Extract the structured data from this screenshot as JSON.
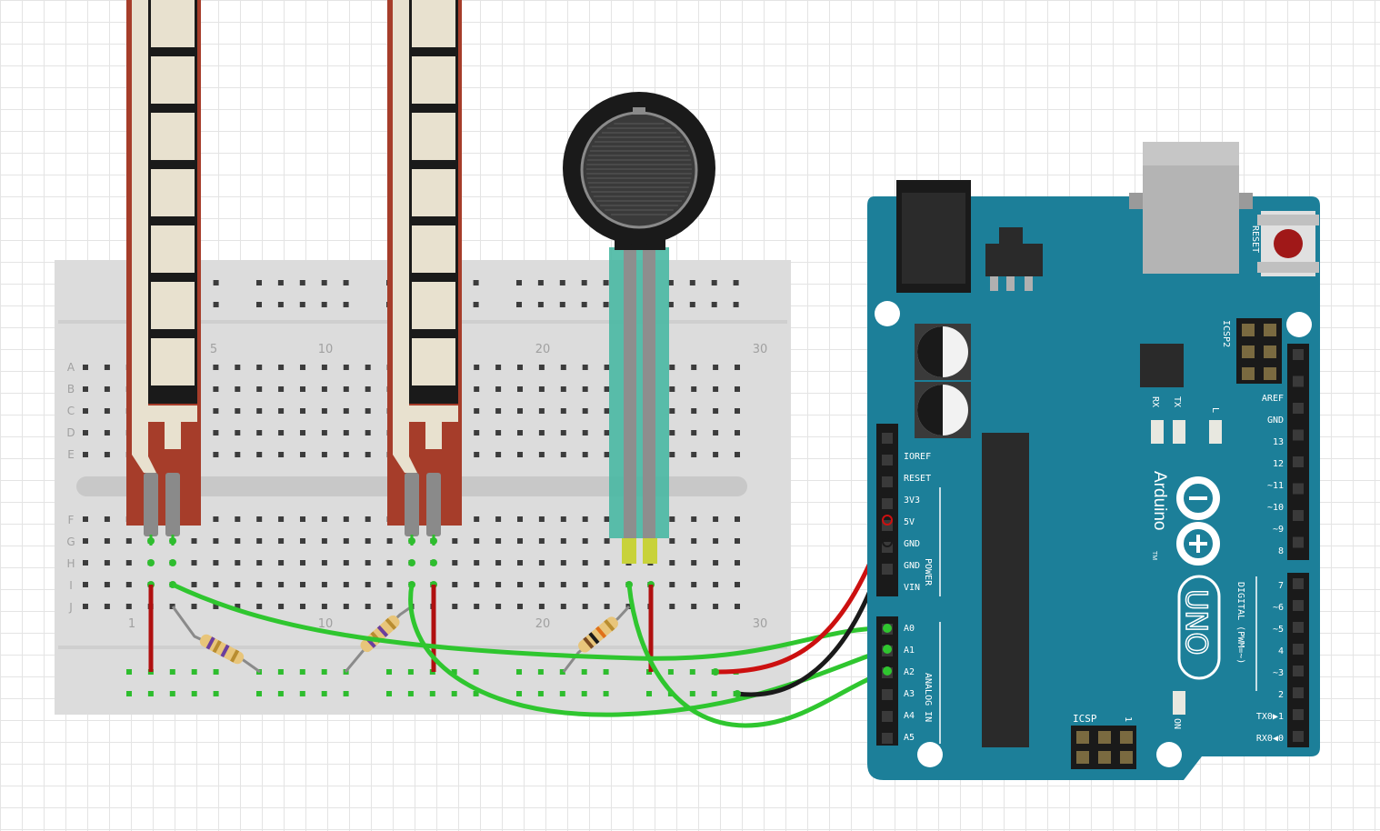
{
  "colors": {
    "breadboard": "#dcdcdc",
    "breadboard_hole": "#3c3c3c",
    "connected_hole": "#2ebd2e",
    "arduino_pcb": "#1c7f99",
    "flex_sensor": "#a63d2a",
    "fsr_trace": "#49b8a3",
    "wire_green": "#2fc62f",
    "wire_red": "#cc1010",
    "wire_black": "#1a1a1a"
  },
  "breadboard": {
    "column_labels": [
      "1",
      "5",
      "10",
      "20",
      "30"
    ],
    "row_labels_top": [
      "A",
      "B",
      "C",
      "D",
      "E"
    ],
    "row_labels_bottom": [
      "F",
      "G",
      "H",
      "I",
      "J"
    ]
  },
  "components": {
    "flex_sensors": 2,
    "force_sensor": 1,
    "resistors": 3
  },
  "arduino": {
    "reset_label": "RESET",
    "icsp2_label": "ICSP2",
    "icsp_label": "ICSP",
    "icsp_pin1": "1",
    "tx_label": "TX",
    "rx_label": "RX",
    "l_label": "L",
    "on_label": "ON",
    "brand": "Arduino",
    "tm": "TM",
    "model": "UNO",
    "power_label": "POWER",
    "analog_label": "ANALOG IN",
    "digital_label": "DIGITAL (PWM=~)",
    "power_pins": [
      "IOREF",
      "RESET",
      "3V3",
      "5V",
      "GND",
      "GND",
      "VIN"
    ],
    "analog_pins": [
      "A0",
      "A1",
      "A2",
      "A3",
      "A4",
      "A5"
    ],
    "digital_pins_high": [
      "AREF",
      "GND",
      "13",
      "12",
      "~11",
      "~10",
      "~9",
      "8"
    ],
    "digital_pins_low": [
      "7",
      "~6",
      "~5",
      "4",
      "~3",
      "2",
      "TX0▶1",
      "RX0◀0"
    ]
  }
}
